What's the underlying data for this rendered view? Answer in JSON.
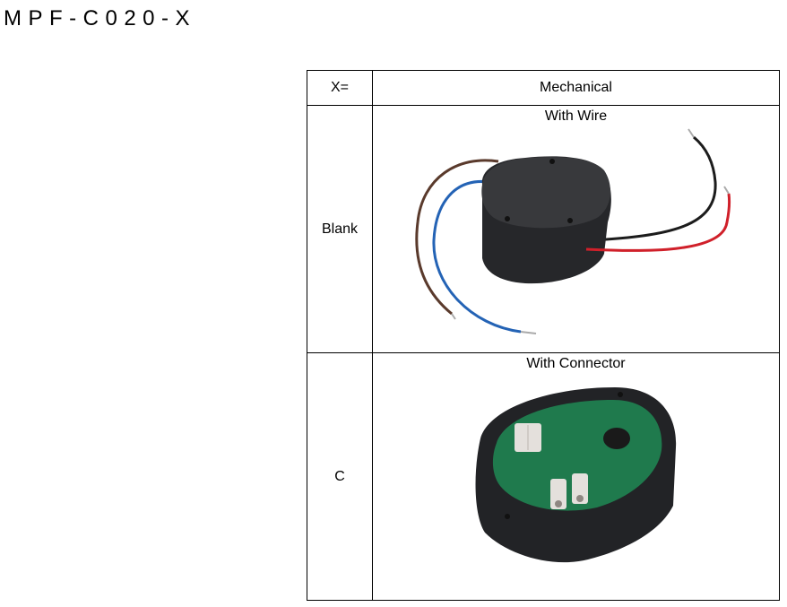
{
  "title": "MPF-C020-X",
  "table": {
    "headers": {
      "option": "X=",
      "mechanical": "Mechanical"
    },
    "rows": [
      {
        "option": "Blank",
        "caption": "With Wire",
        "image": "device-with-wire-photo"
      },
      {
        "option": "C",
        "caption": "With Connector",
        "image": "device-with-connector-photo"
      }
    ]
  },
  "colors": {
    "housing": "#2a2b2d",
    "pcb": "#1f7a4d",
    "wire_brown": "#5a3a2c",
    "wire_blue": "#2463b5",
    "wire_black": "#1c1c1c",
    "wire_red": "#d0202a"
  }
}
